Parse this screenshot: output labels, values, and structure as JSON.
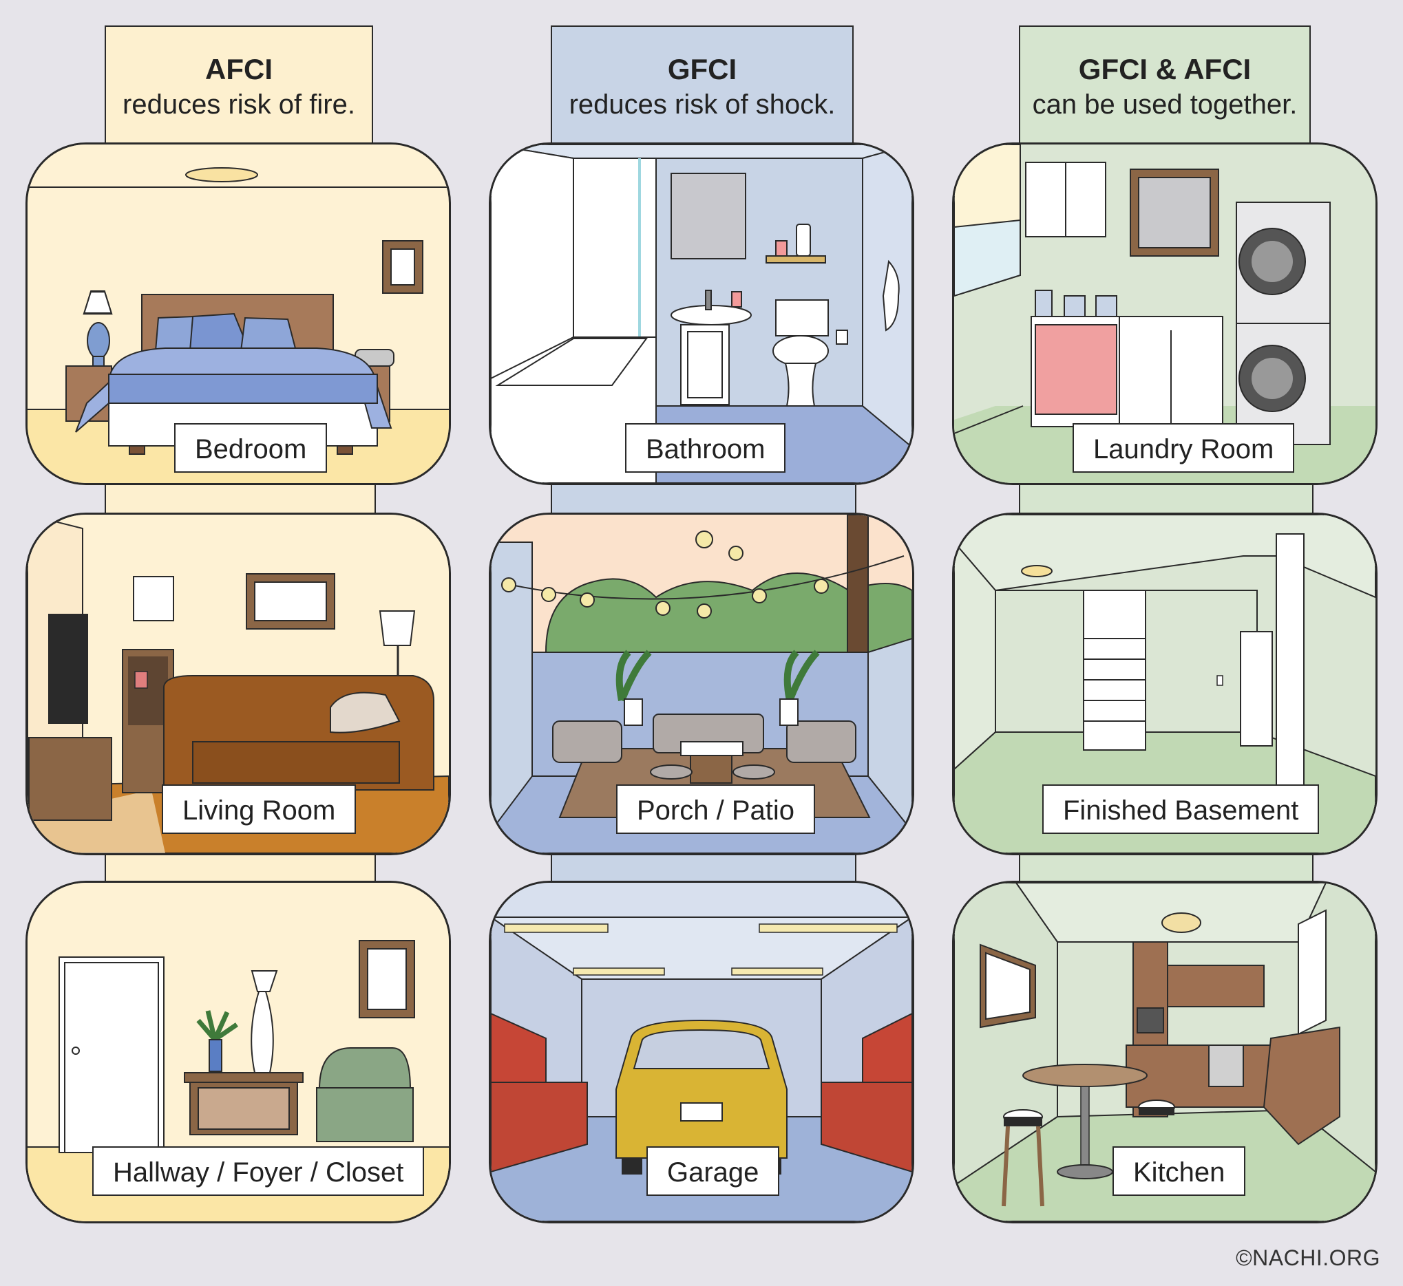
{
  "columns": [
    {
      "title": "AFCI",
      "subtitle": "reduces risk of fire.",
      "color": "#fdf0cf"
    },
    {
      "title": "GFCI",
      "subtitle": "reduces risk of shock.",
      "color": "#c8d4e6"
    },
    {
      "title": "GFCI & AFCI",
      "subtitle": "can be used together.",
      "color": "#d6e5cf"
    }
  ],
  "rooms": {
    "bedroom": "Bedroom",
    "bathroom": "Bathroom",
    "laundry_room": "Laundry Room",
    "living_room": "Living Room",
    "porch_patio": "Porch / Patio",
    "finished_basement": "Finished Basement",
    "hallway": "Hallway / Foyer / Closet",
    "garage": "Garage",
    "kitchen": "Kitchen"
  },
  "footer": {
    "copyright": "©NACHI.ORG"
  }
}
